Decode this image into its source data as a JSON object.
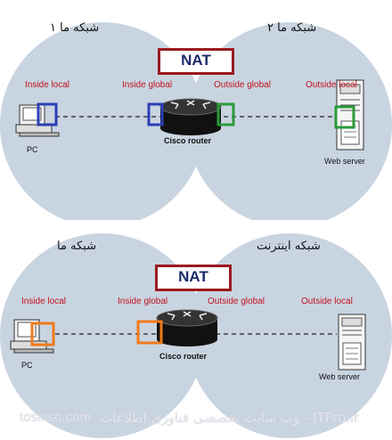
{
  "panels": [
    {
      "left_network": "شبکه ما ۱",
      "right_network": "شبکه ما ۲",
      "nat": "NAT",
      "labels": {
        "inside_local": "Inside local",
        "inside_global": "Inside global",
        "outside_global": "Outside global",
        "outside_local": "Outside local"
      },
      "router": "Cisco router",
      "pc": "PC",
      "server": "Web server",
      "box_colors": {
        "inside": "#2b3fb5",
        "outside": "#2a9a3a"
      }
    },
    {
      "left_network": "شبکه ما",
      "right_network": "شبکه اینترنت",
      "nat": "NAT",
      "labels": {
        "inside_local": "Inside local",
        "inside_global": "Inside global",
        "outside_global": "Outside global",
        "outside_local": "Outside local"
      },
      "router": "Cisco router",
      "pc": "PC",
      "server": "Web server",
      "box_colors": {
        "inside": "#f07a1a"
      }
    }
  ],
  "watermark": {
    "left": "tosinso.com",
    "right": "ITPro.ir - وب سایت تخصصی فناوری اطلاعات"
  },
  "colors": {
    "cloud": "#c9d4e1",
    "nat_border": "#9a1a1f",
    "zone_label": "#c0121b"
  }
}
